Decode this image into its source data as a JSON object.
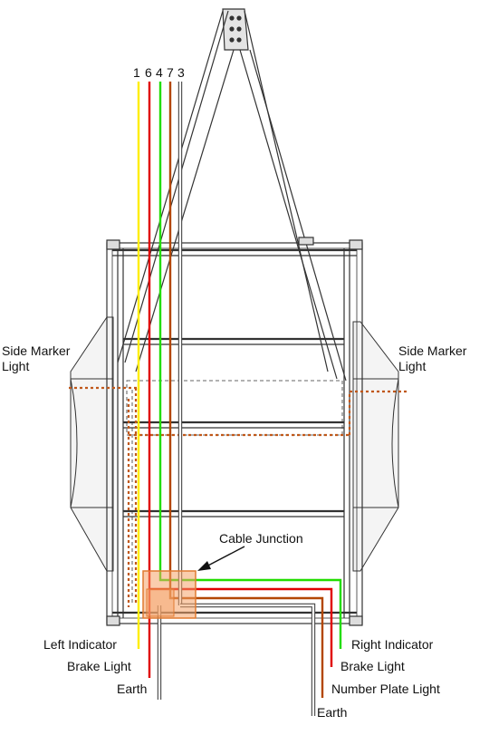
{
  "wire_numbers": [
    "1",
    "6",
    "4",
    "7",
    "3"
  ],
  "labels": {
    "side_marker_left": [
      "Side Marker",
      "Light"
    ],
    "side_marker_right": [
      "Side Marker",
      "Light"
    ],
    "cable_junction": "Cable Junction",
    "left_indicator": "Left Indicator",
    "brake_light_left": "Brake Light",
    "earth_left": "Earth",
    "right_indicator": "Right Indicator",
    "brake_light_right": "Brake Light",
    "number_plate_light": "Number Plate Light",
    "earth_right": "Earth"
  },
  "colors": {
    "wire_1": "#ffee00",
    "wire_6": "#e00000",
    "wire_4": "#22dd00",
    "wire_7": "#b34700",
    "wire_3": "#ffffff",
    "side_marker_wire": "#c0581a",
    "junction_box": "#f5a46a",
    "frame": "#333333"
  }
}
